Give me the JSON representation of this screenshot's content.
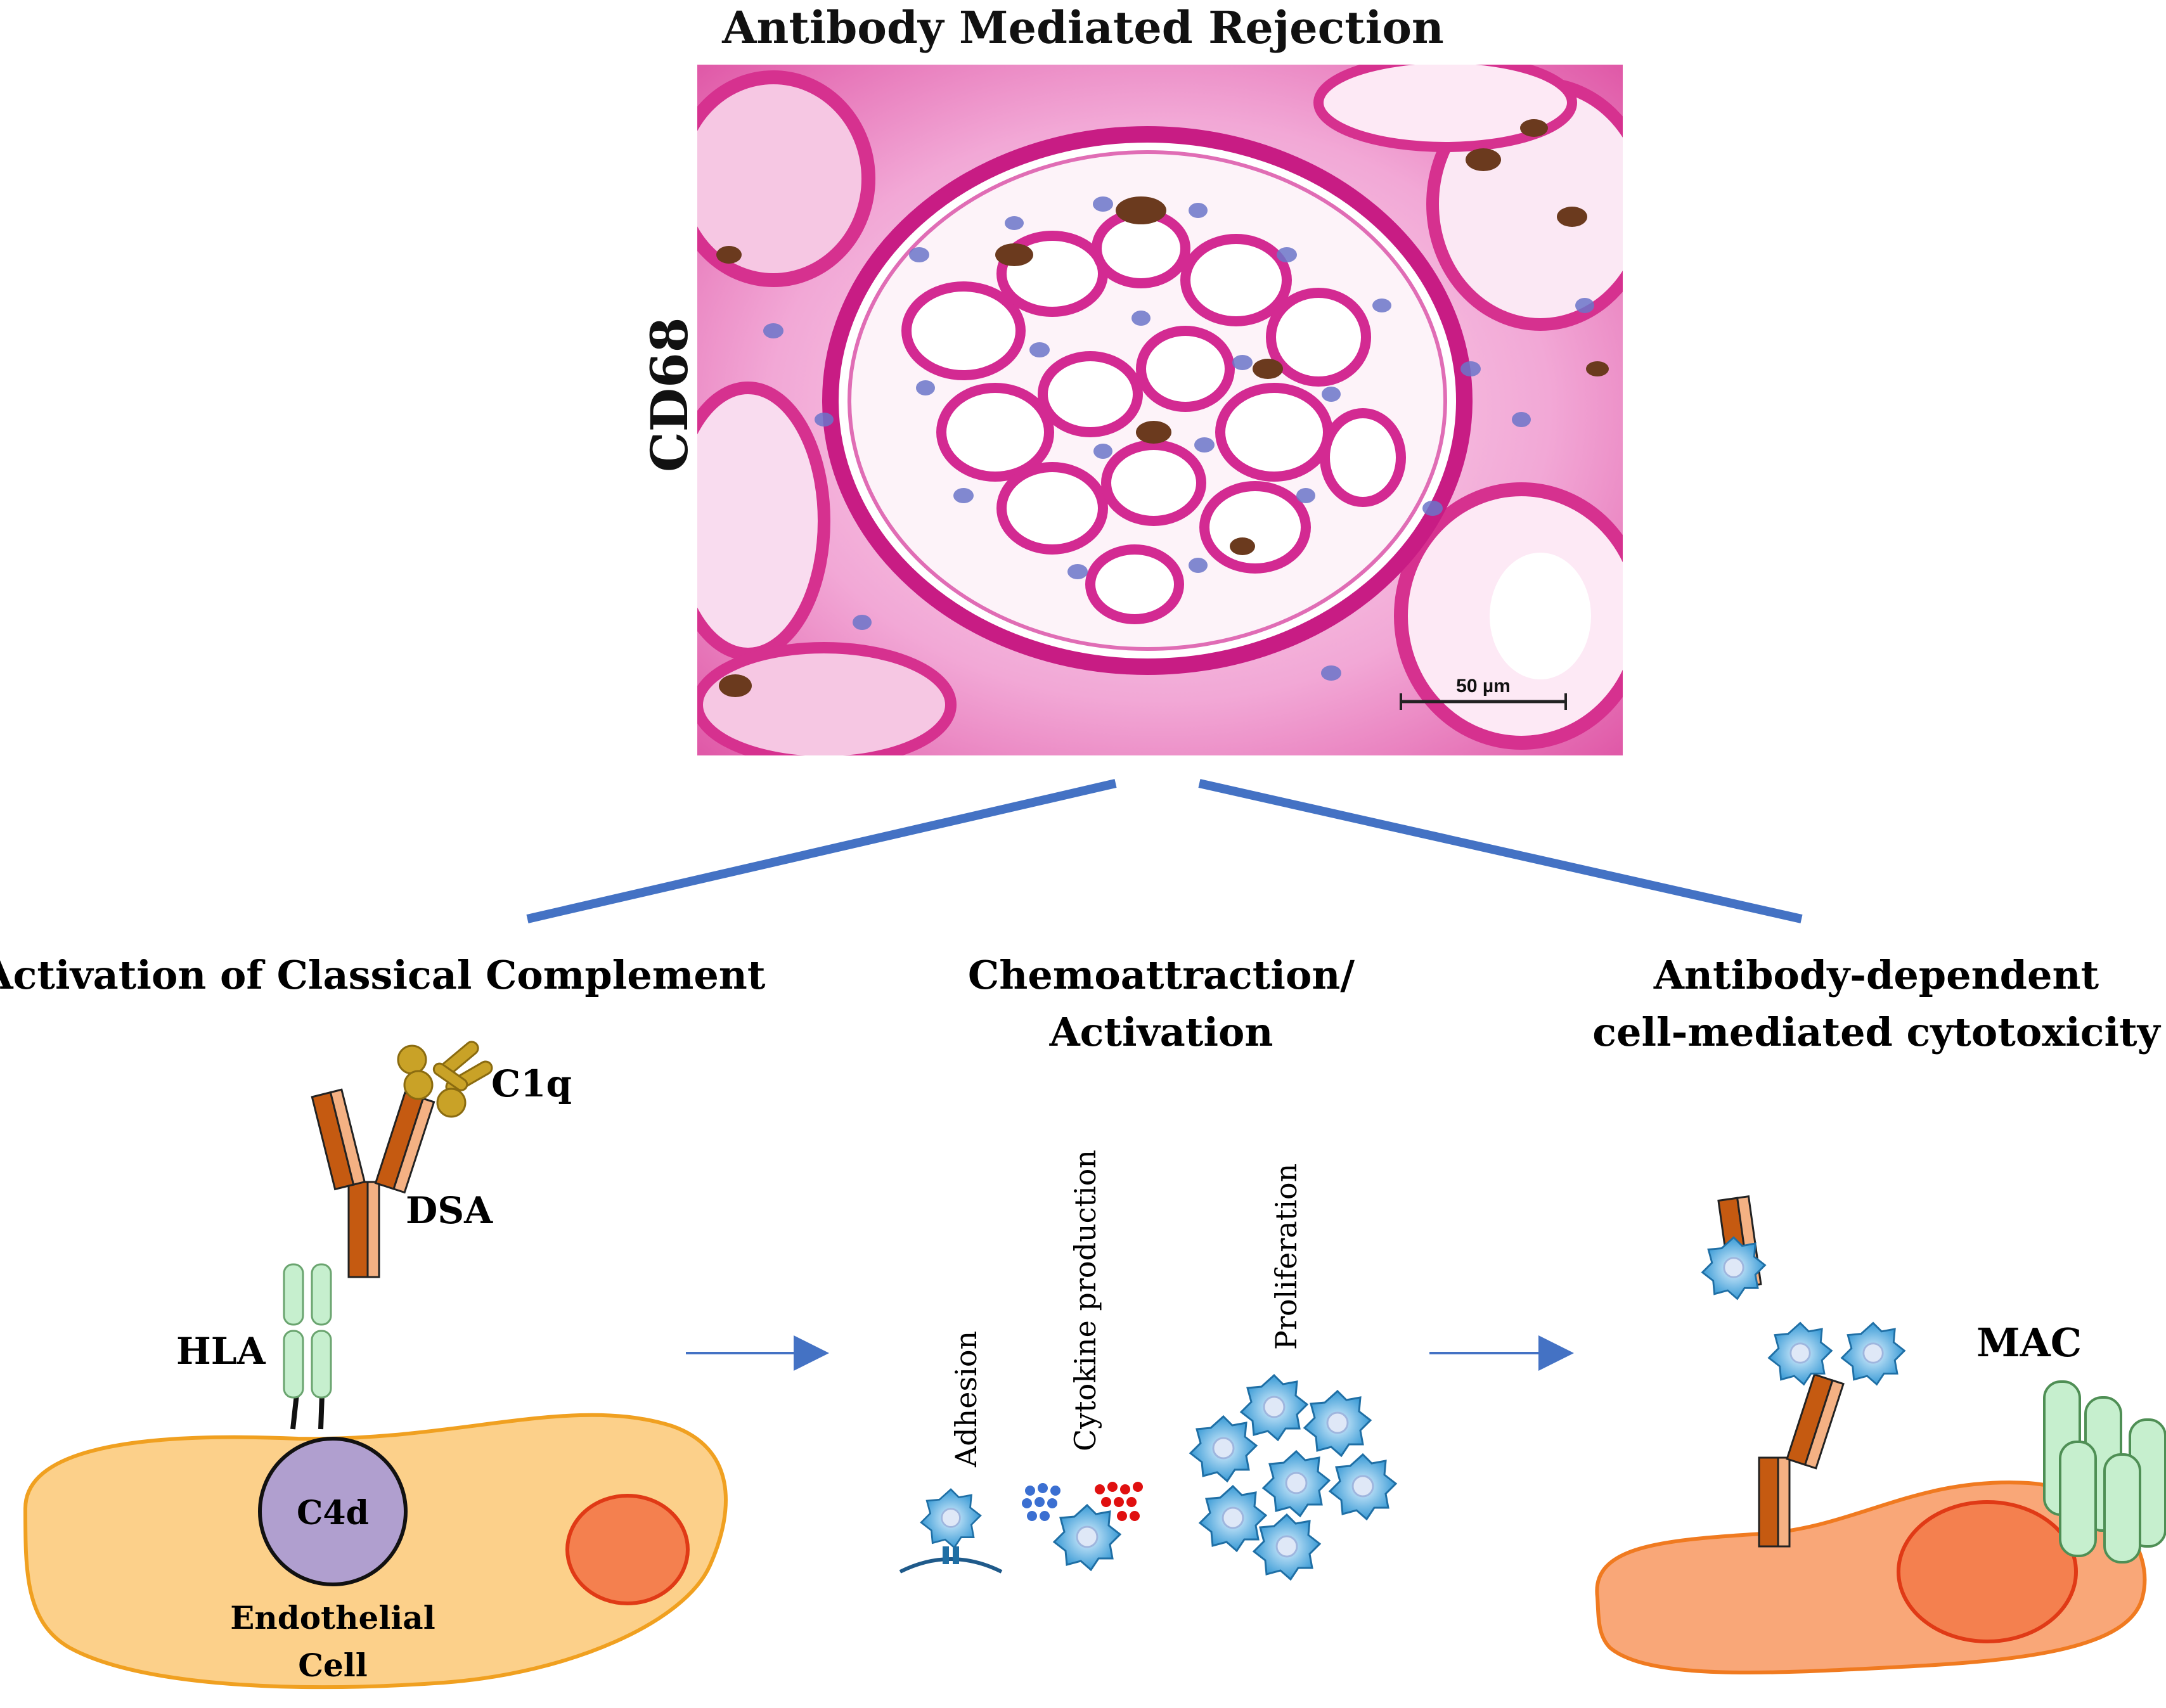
{
  "title": "Antibody Mediated Rejection",
  "stain_label": "CD68",
  "micrograph": {
    "scale_bar_label": "50 µm"
  },
  "sections": {
    "complement": {
      "heading": "Activation of Classical Complement",
      "c1q_label": "C1q",
      "dsa_label": "DSA",
      "hla_label": "HLA",
      "c4d_label": "C4d",
      "cell_label_line1": "Endothelial",
      "cell_label_line2": "Cell"
    },
    "chemoattraction": {
      "heading_line1": "Chemoattraction/",
      "heading_line2": "Activation",
      "adhesion_label": "Adhesion",
      "cytokine_label": "Cytokine production",
      "proliferation_label": "Proliferation"
    },
    "adcc": {
      "heading_line1": "Antibody-dependent",
      "heading_line2": "cell-mediated cytotoxicity",
      "mac_label": "MAC"
    }
  },
  "colors": {
    "connector": "#4472c4",
    "tissue_pink": "#e23ea8",
    "nuclei_blue": "#6b74c9",
    "cd68_brown": "#6b3a1e",
    "endothelial_fill": "#fcd08a",
    "endothelial_border": "#f0a020",
    "nucleus_red": "#f4804f",
    "c4d_purple": "#b09fcf",
    "antibody_dark": "#c55a11",
    "antibody_light": "#f4b183",
    "hla_green": "#c6efce",
    "c1q_gold": "#c9a227",
    "immune_cell": "#5ab4e8",
    "adcc_cell": "#f9a778"
  }
}
